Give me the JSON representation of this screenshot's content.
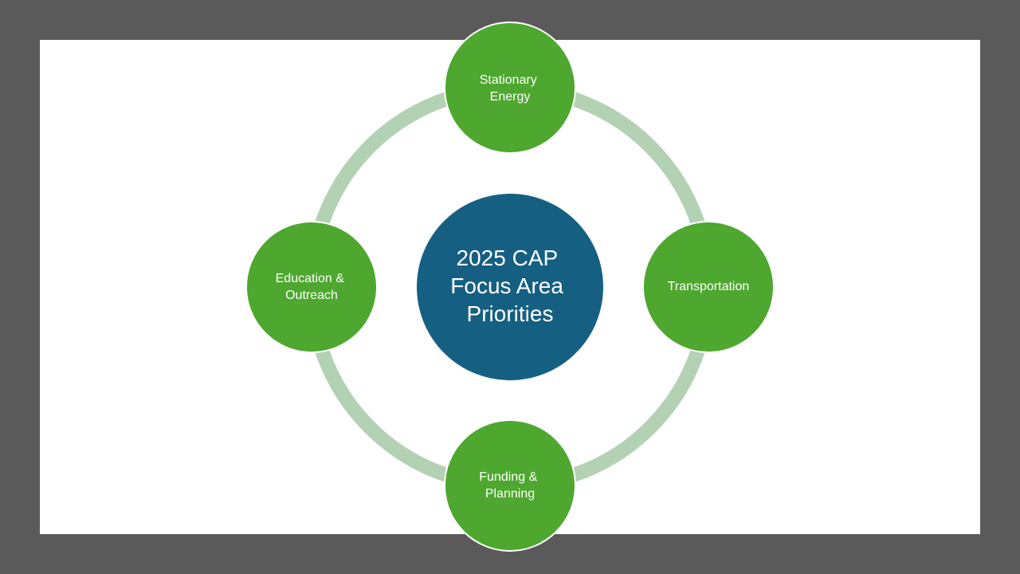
{
  "colors": {
    "frame": "#5a5a5a",
    "slide_background": "#ffffff",
    "ring": "#b3d1b3",
    "node_fill": "#4ea72e",
    "node_stroke": "#ffffff",
    "center_fill": "#156082"
  },
  "center": {
    "lines": [
      "2025 CAP",
      "Focus Area",
      "Priorities"
    ]
  },
  "nodes": {
    "top": {
      "lines": [
        "Stationary",
        "Energy"
      ]
    },
    "right": {
      "lines": [
        "Transportation"
      ]
    },
    "bottom": {
      "lines": [
        "Funding &",
        "Planning"
      ]
    },
    "left": {
      "lines": [
        "Education &",
        "Outreach"
      ]
    }
  }
}
